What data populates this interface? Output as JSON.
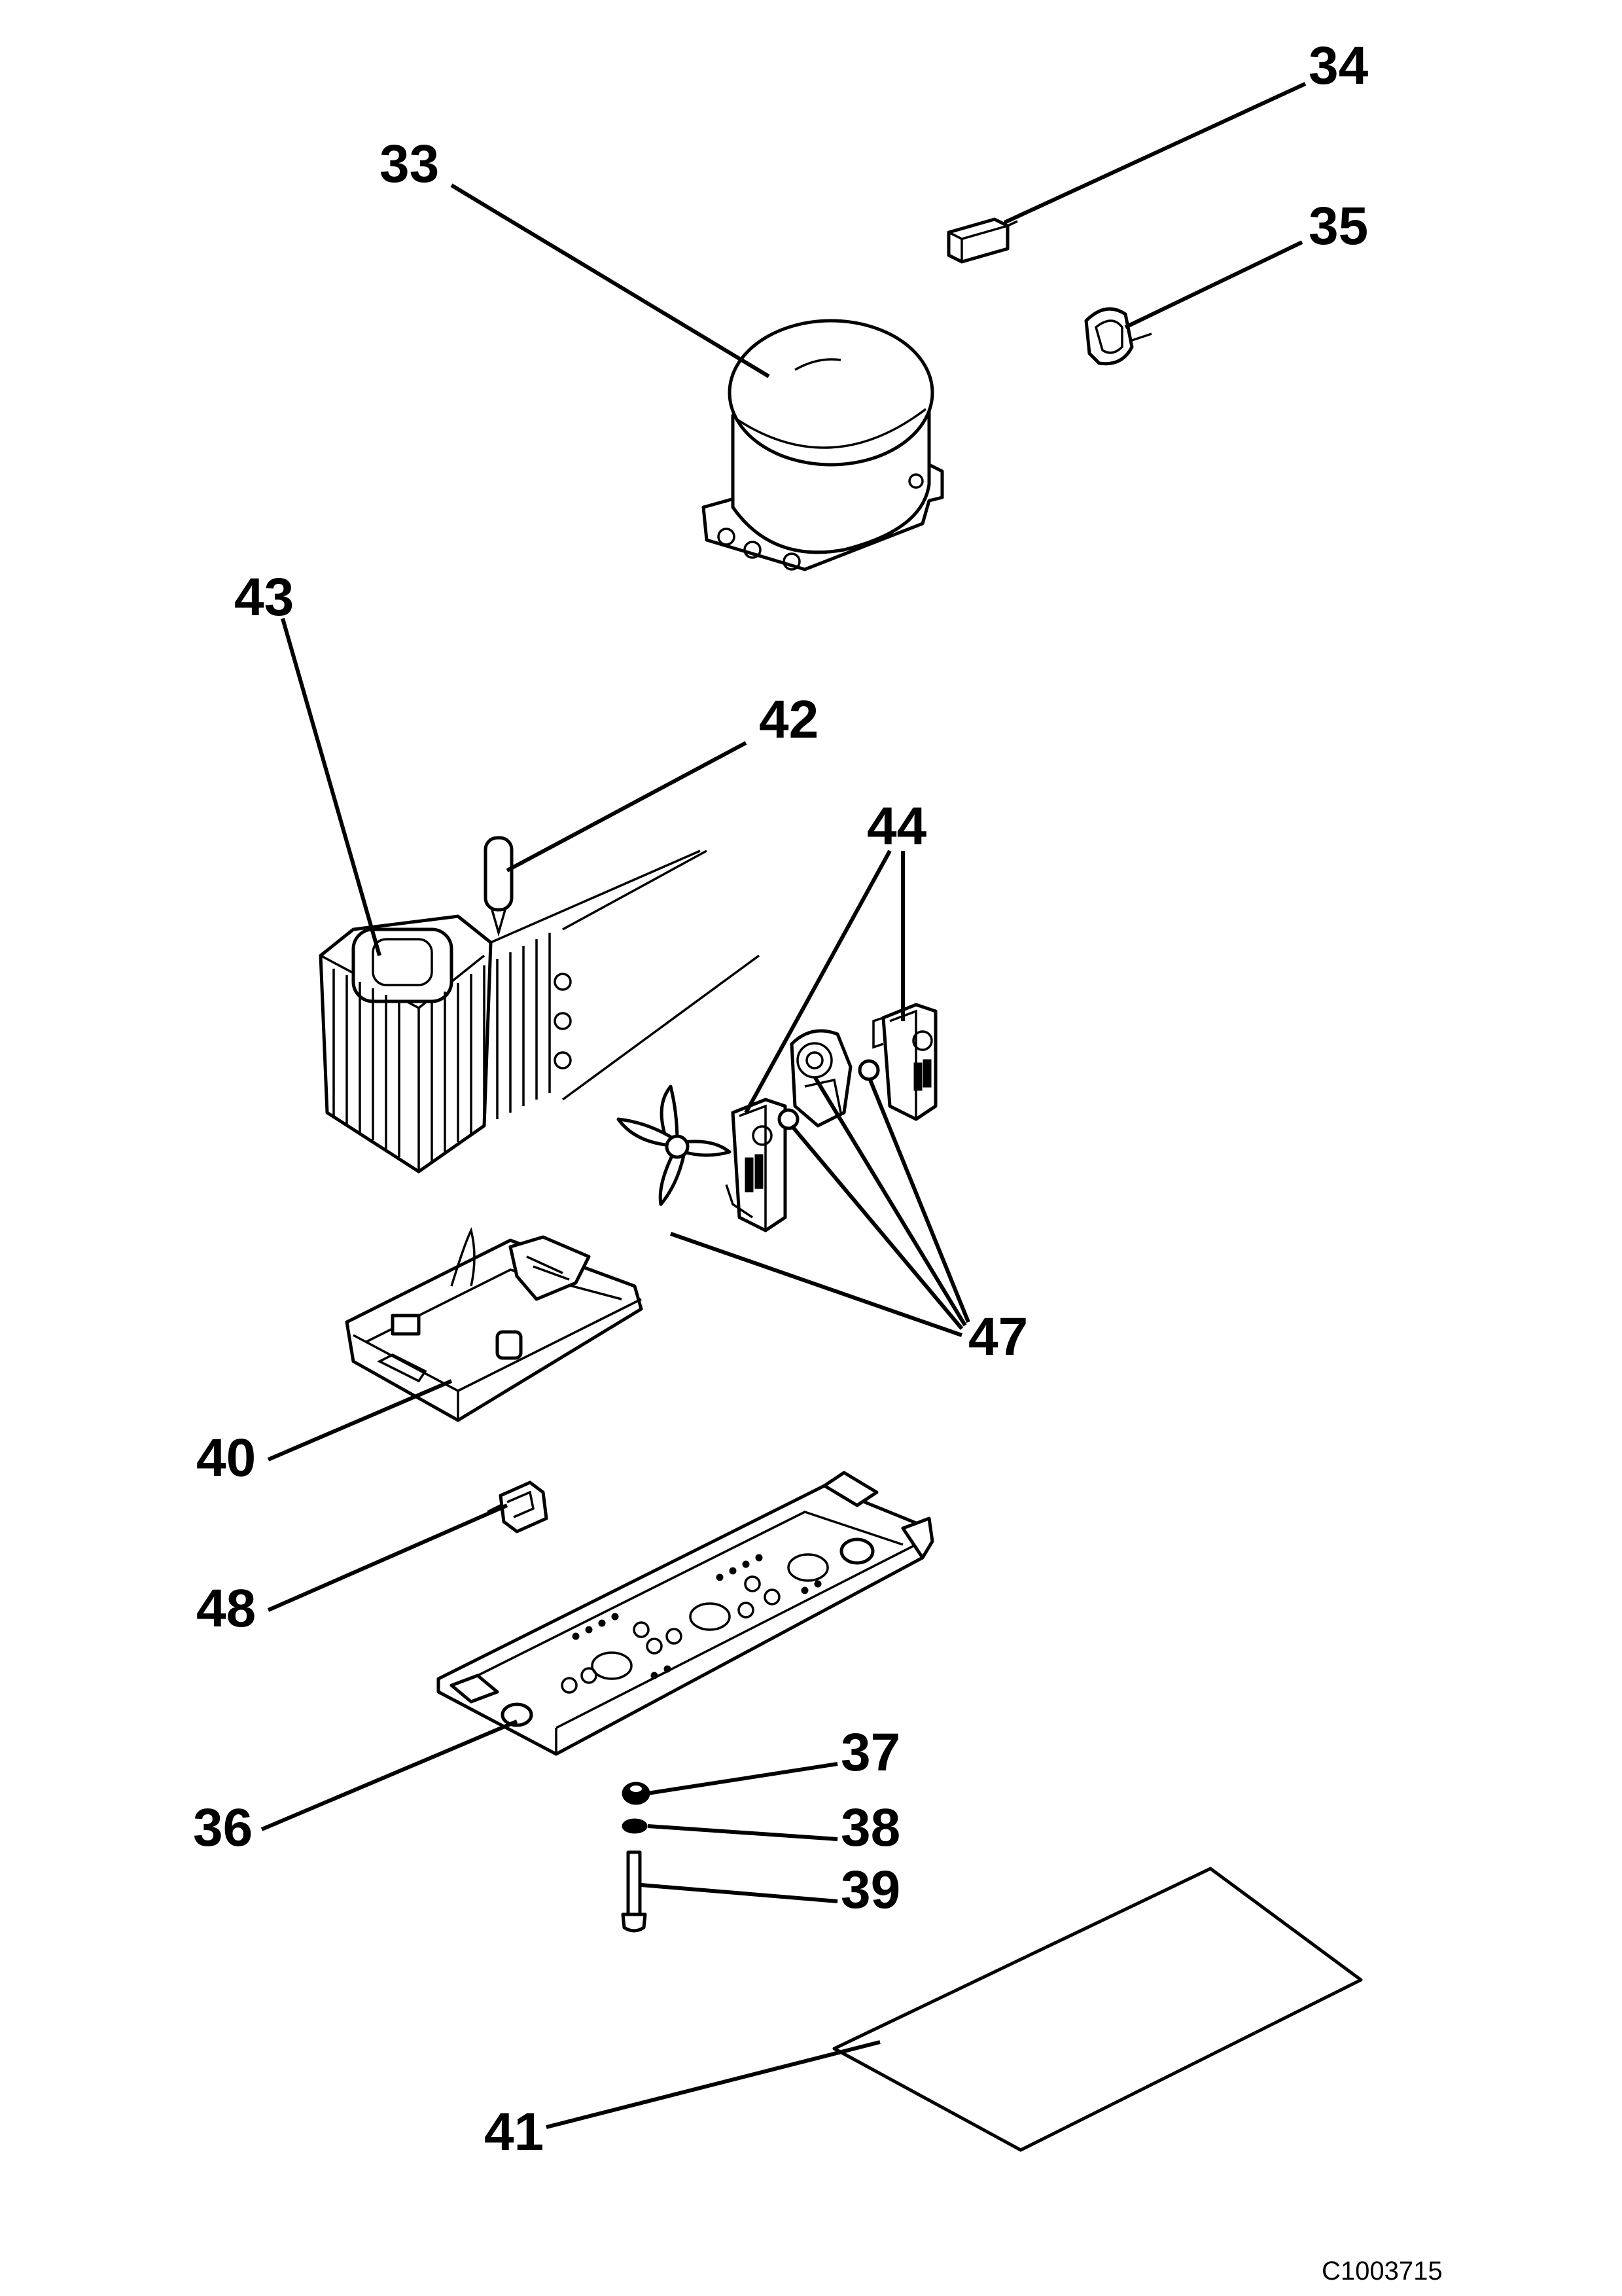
{
  "callouts": {
    "c33": "33",
    "c34": "34",
    "c35": "35",
    "c43": "43",
    "c42": "42",
    "c44": "44",
    "c47": "47",
    "c40": "40",
    "c48": "48",
    "c36": "36",
    "c37": "37",
    "c38": "38",
    "c39": "39",
    "c41": "41"
  },
  "document_id": "C1003715"
}
